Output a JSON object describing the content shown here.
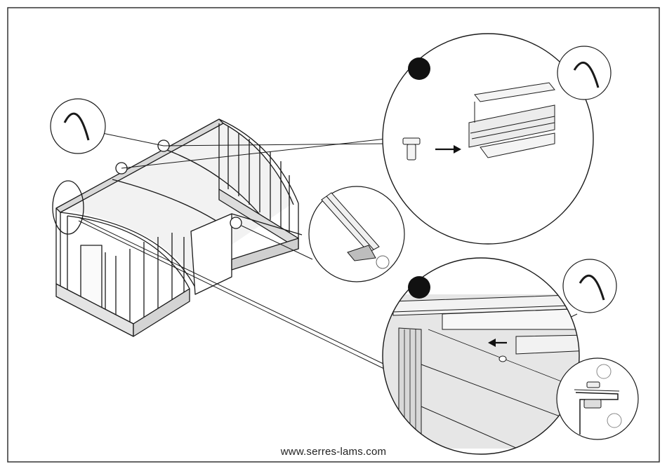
{
  "footer": {
    "url": "www.serres-lams.com"
  },
  "colors": {
    "line": "#1a1a1a",
    "panel_gray": "#e6e6e6",
    "background": "#ffffff"
  },
  "icons": [
    "clip-tool-icon",
    "bolt-icon",
    "arrow-right-icon",
    "arrow-left-icon"
  ],
  "steps": [
    {
      "marker": "step-marker-1"
    },
    {
      "marker": "step-marker-2"
    }
  ]
}
